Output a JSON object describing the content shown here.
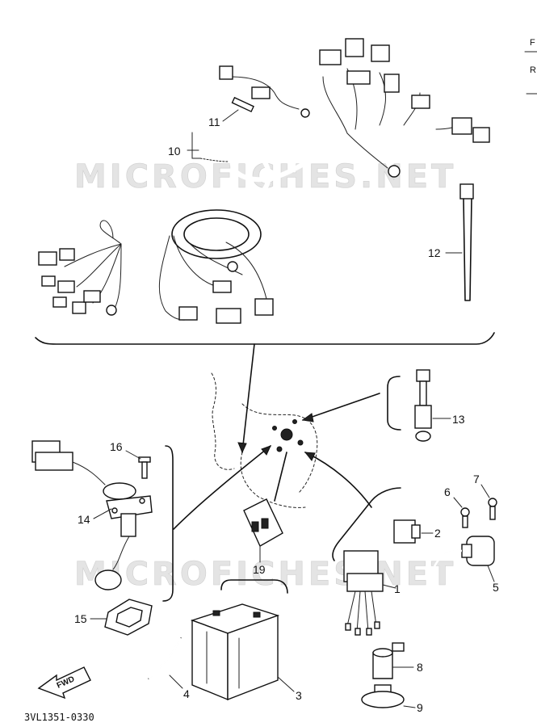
{
  "watermark": "MICROFICHES.NET",
  "header_fragments": [
    "F",
    "R"
  ],
  "drawing_code": "3VL1351-0330",
  "direction_label": "FWD",
  "callouts": {
    "p1": "1",
    "p2": "2",
    "p3": "3",
    "p4": "4",
    "p5": "5",
    "p6": "6",
    "p7": "7",
    "p8": "8",
    "p9": "9",
    "p10": "10",
    "p11": "11",
    "p12": "12",
    "p13": "13",
    "p14": "14",
    "p15": "15",
    "p16": "16",
    "p19": "19"
  }
}
